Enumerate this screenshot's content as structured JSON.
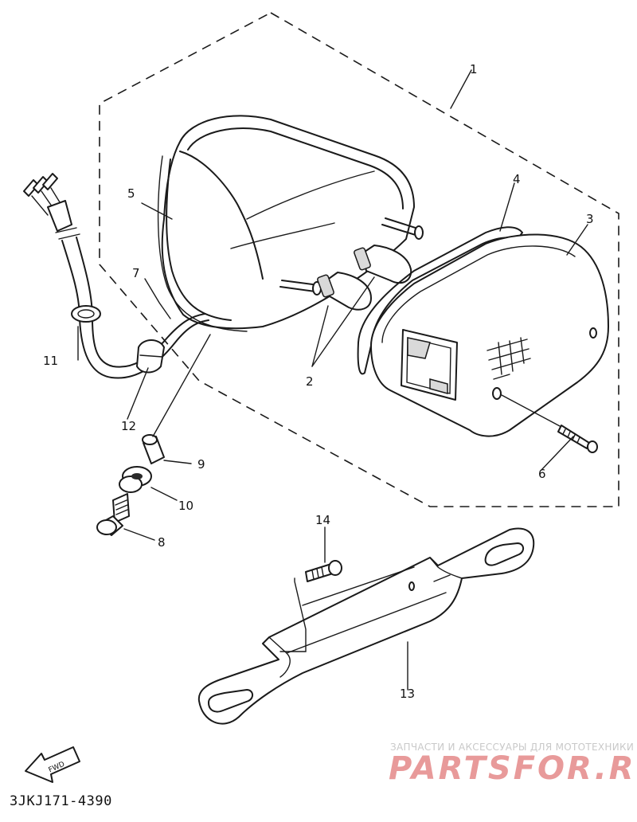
{
  "diagram": {
    "code": "3JKJ171-4390",
    "fwd_label": "FWD",
    "callouts": {
      "c1": "1",
      "c2": "2",
      "c3": "3",
      "c4": "4",
      "c5": "5",
      "c6": "6",
      "c7": "7",
      "c8": "8",
      "c9": "9",
      "c10": "10",
      "c11": "11",
      "c12": "12",
      "c13": "13",
      "c14": "14"
    }
  },
  "watermark": {
    "tagline": "ЗАПЧАСТИ И АКСЕССУАРЫ ДЛЯ МОТОТЕХНИКИ",
    "brand": "PARTSFOR.RU"
  },
  "colors": {
    "line": "#1a1a1a",
    "background": "#ffffff",
    "watermark": "#e89a9a"
  }
}
